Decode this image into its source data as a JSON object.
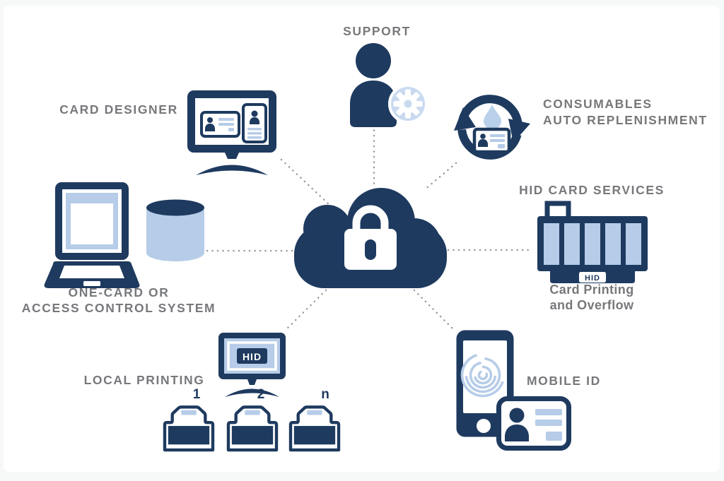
{
  "diagram": {
    "colors": {
      "navy": "#1e3a5f",
      "light_blue": "#b6cce8",
      "pale_blue": "#c9daf0",
      "label_gray": "#77787b",
      "connector_gray": "#9a9a9a"
    },
    "center": {
      "icon": "cloud-lock-icon"
    },
    "nodes": {
      "support": {
        "label": "SUPPORT",
        "icon": "support-person-gear-icon"
      },
      "card_designer": {
        "label": "CARD DESIGNER",
        "icon": "monitor-id-cards-icon"
      },
      "consumables": {
        "label_line1": "CONSUMABLES",
        "label_line2": "AUTO REPLENISHMENT",
        "icon": "replenish-cycle-icon"
      },
      "hid_card_services": {
        "label": "HID CARD SERVICES",
        "subtitle_line1": "Card Printing",
        "subtitle_line2": "and Overflow",
        "printer_brand": "HID",
        "icon": "industrial-card-printer-icon"
      },
      "one_card_access": {
        "label_line1": "ONE-CARD OR",
        "label_line2": "ACCESS CONTROL SYSTEM",
        "icon": "laptop-database-icon"
      },
      "local_printing": {
        "label": "LOCAL PRINTING",
        "monitor_brand": "HID",
        "printer_labels": [
          "1",
          "2",
          "n"
        ],
        "icon": "hid-monitor-printers-icon"
      },
      "mobile_id": {
        "label": "MOBILE ID",
        "icon": "phone-fingerprint-id-icon"
      }
    }
  }
}
